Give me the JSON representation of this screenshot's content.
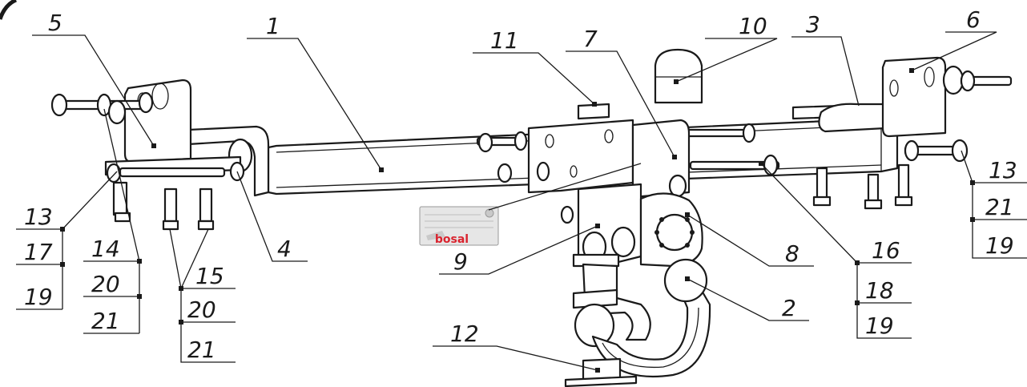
{
  "callouts": {
    "c1": "1",
    "c2": "2",
    "c3": "3",
    "c4": "4",
    "c5": "5",
    "c6": "6",
    "c7": "7",
    "c8": "8",
    "c9": "9",
    "c10": "10",
    "c11": "11",
    "c12": "12",
    "left_stack_a": [
      "13",
      "17",
      "19"
    ],
    "left_stack_b": [
      "14",
      "20",
      "21"
    ],
    "left_stack_c": [
      "15",
      "20",
      "21"
    ],
    "right_stack_a": [
      "16",
      "18",
      "19"
    ],
    "right_stack_b": [
      "13",
      "21",
      "19"
    ]
  },
  "plate": {
    "brand": "bosal",
    "brand_color": "#d9232e"
  },
  "colors": {
    "ink": "#1a1a1a",
    "plate": "#e6e6e6"
  }
}
